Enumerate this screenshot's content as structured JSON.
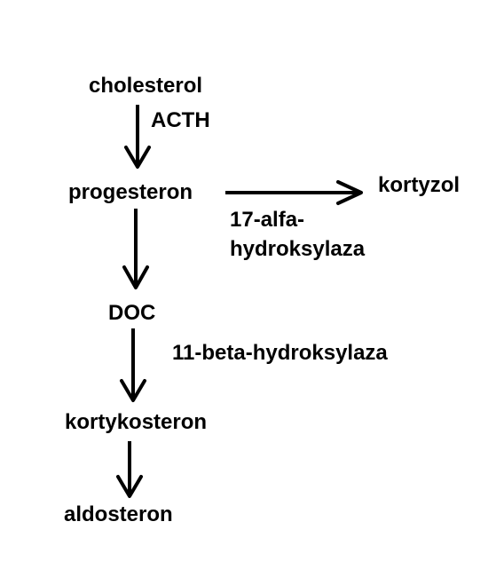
{
  "nodes": {
    "cholesterol": "cholesterol",
    "progesteron": "progesteron",
    "kortyzol": "kortyzol",
    "doc": "DOC",
    "kortykosteron": "kortykosteron",
    "aldosteron": "aldosteron"
  },
  "edge_labels": {
    "acth": "ACTH",
    "hydroksylaza_17_line1": "17-alfa-",
    "hydroksylaza_17_line2": "hydroksylaza",
    "hydroksylaza_11": "11-beta-hydroksylaza"
  },
  "colors": {
    "background": "#ffffff",
    "ink": "#000000"
  }
}
